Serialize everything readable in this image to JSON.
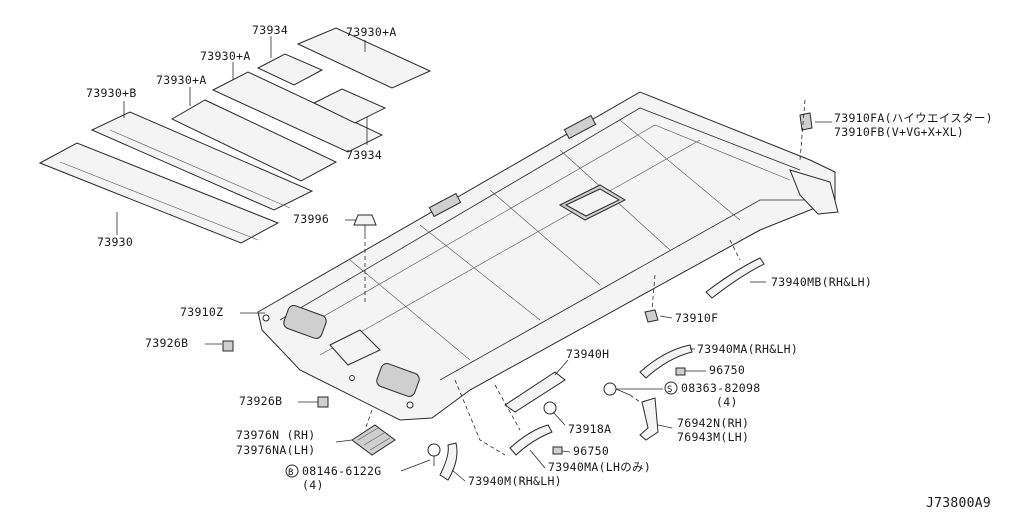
{
  "diagram": {
    "catalog_code": "J73800A9",
    "labels": {
      "p73930": "73930",
      "p73930B": "73930+B",
      "p73930A_1": "73930+A",
      "p73930A_2": "73930+A",
      "p73930A_3": "73930+A",
      "p73934_top": "73934",
      "p73934_bottom": "73934",
      "p73996": "73996",
      "p73910Z": "73910Z",
      "p73926B_1": "73926B",
      "p73926B_2": "73926B",
      "p73976N": "73976N (RH)",
      "p73976NA": "73976NA(LH)",
      "p08146_code": "08146-6122G",
      "p08146_qty": "(4)",
      "p73940M": "73940M(RH&LH)",
      "p73940MA_LH": "73940MA(LHのみ)",
      "p96750_1": "96750",
      "p73918A": "73918A",
      "p73940H": "73940H",
      "p73940MA": "73940MA(RH&LH)",
      "p96750_2": "96750",
      "p08363_code": "08363-82098",
      "p08363_qty": "(4)",
      "p76942N": "76942N(RH)",
      "p76943M": "76943M(LH)",
      "p73910F": "73910F",
      "p73940MB": "73940MB(RH&LH)",
      "p73910FA": "73910FA(ハイウエイスター)",
      "p73910FB": "73910FB(V+VG+X+XL)"
    },
    "symbols": {
      "bolt_prefix": "B",
      "screw_prefix": "S"
    }
  }
}
